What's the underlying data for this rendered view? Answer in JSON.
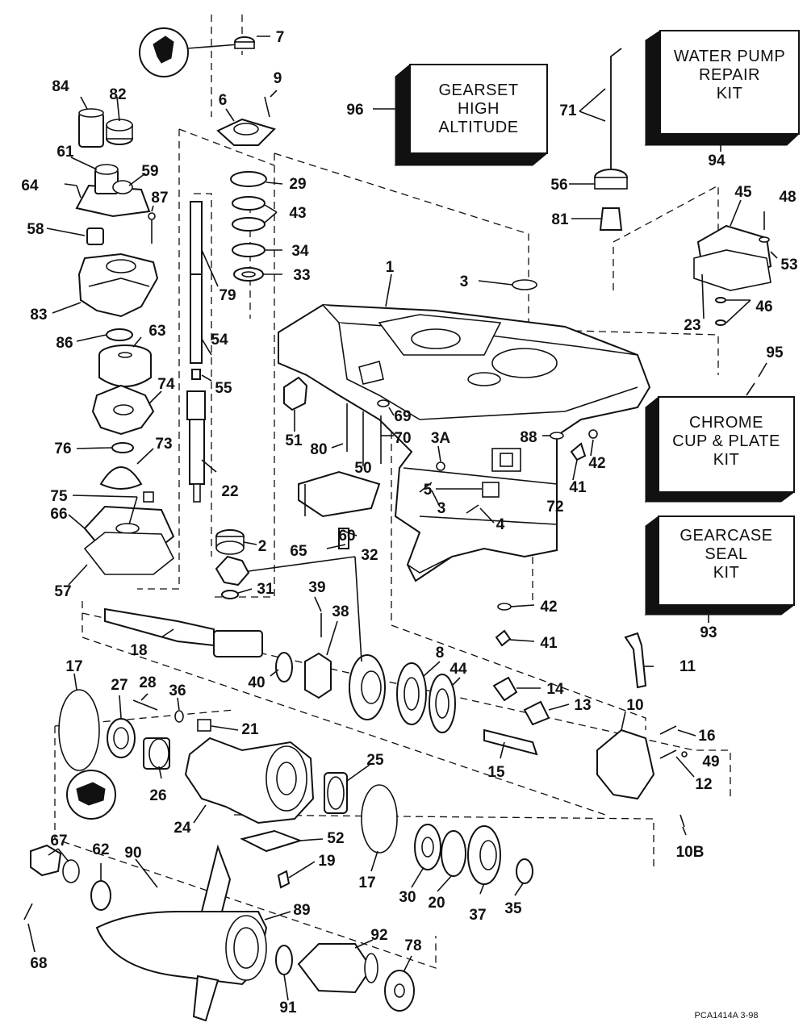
{
  "labels": {
    "l1": "1",
    "l2": "2",
    "l3a": "3",
    "l3b": "3",
    "l3A": "3A",
    "l4": "4",
    "l5": "5",
    "l6": "6",
    "l7": "7",
    "l8": "8",
    "l9": "9",
    "l10": "10",
    "l10B": "10B",
    "l11": "11",
    "l12": "12",
    "l13": "13",
    "l14": "14",
    "l15": "15",
    "l16": "16",
    "l17a": "17",
    "l17b": "17",
    "l18": "18",
    "l19": "19",
    "l20": "20",
    "l21": "21",
    "l22": "22",
    "l23": "23",
    "l24": "24",
    "l25": "25",
    "l26": "26",
    "l27": "27",
    "l28": "28",
    "l29": "29",
    "l30": "30",
    "l31": "31",
    "l32": "32",
    "l33": "33",
    "l34": "34",
    "l35": "35",
    "l36": "36",
    "l37": "37",
    "l38": "38",
    "l39": "39",
    "l40": "40",
    "l41a": "41",
    "l41b": "41",
    "l42a": "42",
    "l42b": "42",
    "l43": "43",
    "l44": "44",
    "l45": "45",
    "l46": "46",
    "l48": "48",
    "l49": "49",
    "l50": "50",
    "l51": "51",
    "l52": "52",
    "l53": "53",
    "l54": "54",
    "l55": "55",
    "l56": "56",
    "l57": "57",
    "l58": "58",
    "l59": "59",
    "l60": "60",
    "l61": "61",
    "l62": "62",
    "l63": "63",
    "l64": "64",
    "l65": "65",
    "l66": "66",
    "l67": "67",
    "l68": "68",
    "l69": "69",
    "l70": "70",
    "l71": "71",
    "l72": "72",
    "l73": "73",
    "l74": "74",
    "l75": "75",
    "l76": "76",
    "l78": "78",
    "l79": "79",
    "l80": "80",
    "l81": "81",
    "l82": "82",
    "l83": "83",
    "l84": "84",
    "l86": "86",
    "l87": "87",
    "l88": "88",
    "l89": "89",
    "l90": "90",
    "l91": "91",
    "l92": "92",
    "l93": "93",
    "l94": "94",
    "l95": "95",
    "l96": "96"
  },
  "kits": {
    "gearset": [
      "GEARSET",
      "HIGH",
      "ALTITUDE"
    ],
    "water_pump": [
      "WATER PUMP",
      "REPAIR",
      "KIT"
    ],
    "chrome": [
      "CHROME",
      "CUP & PLATE",
      "KIT"
    ],
    "seal": [
      "GEARCASE",
      "SEAL",
      "KIT"
    ]
  },
  "drawing_code": "PCA1414A  3-98"
}
